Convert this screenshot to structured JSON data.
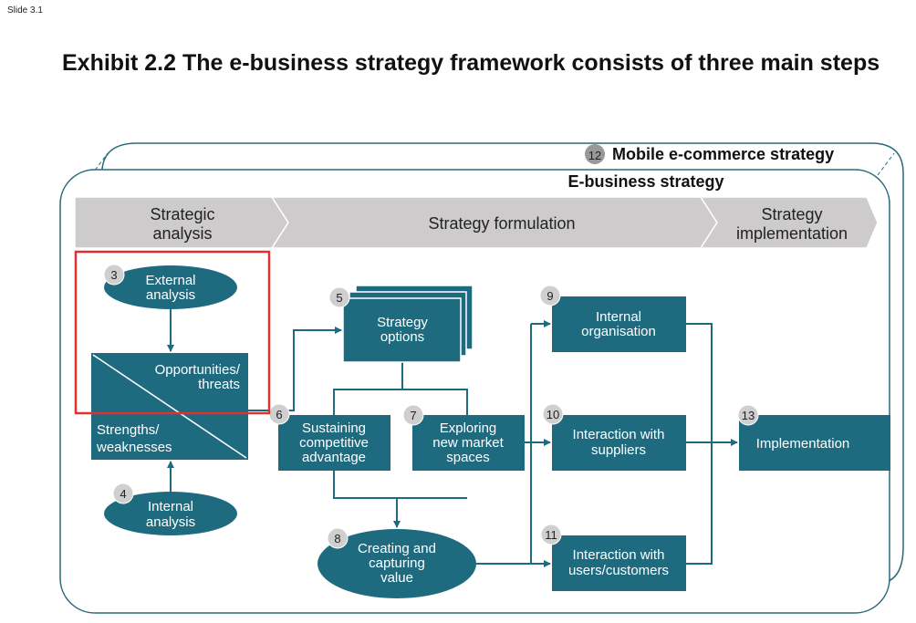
{
  "slide_label": "Slide 3.1",
  "title": "Exhibit 2.2 The e-business strategy framework consists of three main steps",
  "colors": {
    "teal": "#1e6b80",
    "header_band": "#cdcbcb",
    "highlight": "#e03030",
    "badge": "#cfcfcf"
  },
  "outer_frame": {
    "badge": "12",
    "label": "Mobile e-commerce strategy"
  },
  "inner_frame": {
    "label": "E-business strategy"
  },
  "phases": [
    {
      "line1": "Strategic",
      "line2": "analysis"
    },
    {
      "line1": "Strategy formulation"
    },
    {
      "line1": "Strategy",
      "line2": "implementation"
    }
  ],
  "nodes": {
    "external": {
      "badge": "3",
      "line1": "External",
      "line2": "analysis"
    },
    "swot": {
      "ot1": "Opportunities/",
      "ot2": "threats",
      "sw1": "Strengths/",
      "sw2": "weaknesses"
    },
    "internal": {
      "badge": "4",
      "line1": "Internal",
      "line2": "analysis"
    },
    "options": {
      "badge": "5",
      "line1": "Strategy",
      "line2": "options"
    },
    "sustaining": {
      "badge": "6",
      "line1": "Sustaining",
      "line2": "competitive",
      "line3": "advantage"
    },
    "exploring": {
      "badge": "7",
      "line1": "Exploring",
      "line2": "new market",
      "line3": "spaces"
    },
    "creating": {
      "badge": "8",
      "line1": "Creating and",
      "line2": "capturing",
      "line3": "value"
    },
    "organisation": {
      "badge": "9",
      "line1": "Internal",
      "line2": "organisation"
    },
    "suppliers": {
      "badge": "10",
      "line1": "Interaction with",
      "line2": "suppliers"
    },
    "customers": {
      "badge": "11",
      "line1": "Interaction with",
      "line2": "users/customers"
    },
    "implementation": {
      "badge": "13",
      "line1": "Implementation"
    }
  }
}
